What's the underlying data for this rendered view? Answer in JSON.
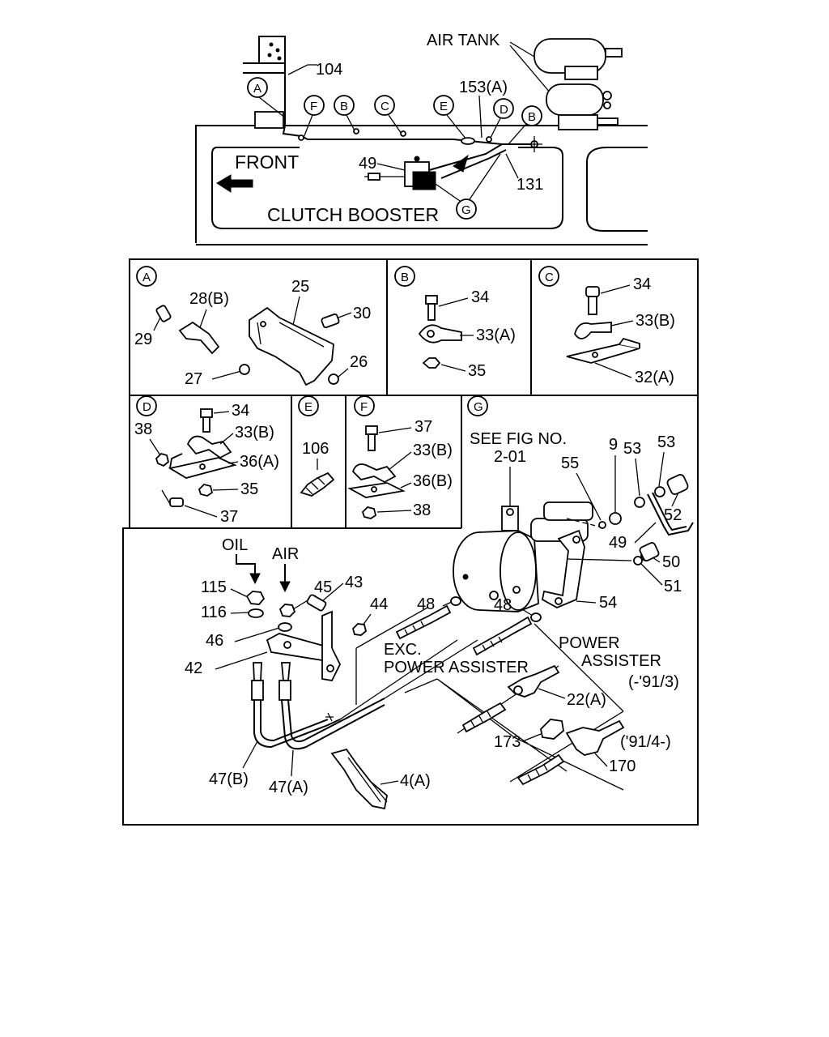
{
  "overview": {
    "air_tank": "AIR TANK",
    "front": "FRONT",
    "clutch_booster": "CLUTCH BOOSTER",
    "p104": "104",
    "p153a": "153(A)",
    "p49": "49",
    "p131": "131",
    "callouts": [
      "A",
      "F",
      "B",
      "C",
      "E",
      "D",
      "B",
      "G"
    ]
  },
  "panel_a": {
    "tag": "A",
    "labels": [
      "25",
      "28(B)",
      "29",
      "30",
      "26",
      "27"
    ]
  },
  "panel_b": {
    "tag": "B",
    "labels": [
      "34",
      "33(A)",
      "35"
    ]
  },
  "panel_c": {
    "tag": "C",
    "labels": [
      "34",
      "33(B)",
      "32(A)"
    ]
  },
  "panel_d": {
    "tag": "D",
    "labels": [
      "38",
      "34",
      "33(B)",
      "36(A)",
      "35",
      "37"
    ]
  },
  "panel_e": {
    "tag": "E",
    "labels": [
      "106"
    ]
  },
  "panel_f": {
    "tag": "F",
    "labels": [
      "37",
      "33(B)",
      "36(B)",
      "38"
    ]
  },
  "panel_g": {
    "tag": "G",
    "see_fig": "SEE FIG NO.",
    "fig_no": "2-01",
    "labels": [
      "9",
      "53",
      "53",
      "55",
      "52",
      "49",
      "50",
      "51",
      "54",
      "48",
      "48"
    ]
  },
  "bottom": {
    "oil": "OIL",
    "air": "AIR",
    "exc_1": "EXC.",
    "exc_2": "POWER ASSISTER",
    "pa_1": "POWER",
    "pa_2": "ASSISTER",
    "pa_3": "(-'91/3)",
    "pa_4": "('91/4-)",
    "labels": [
      "115",
      "116",
      "45",
      "43",
      "44",
      "46",
      "42",
      "22(A)",
      "173",
      "170",
      "47(B)",
      "47(A)",
      "4(A)"
    ]
  }
}
